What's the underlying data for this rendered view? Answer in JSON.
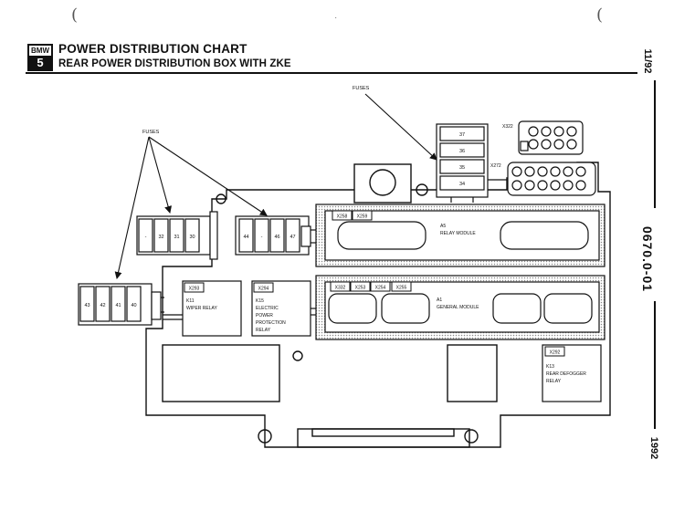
{
  "header": {
    "logo_top": "BMW",
    "logo_bottom": "5",
    "title": "POWER DISTRIBUTION CHART",
    "subtitle": "REAR POWER DISTRIBUTION BOX WITH ZKE"
  },
  "margin": {
    "date": "11/92",
    "doc_code": "0670.0-01",
    "year": "1992"
  },
  "diagram": {
    "callouts": {
      "fuses_left": "FUSES",
      "fuses_top": "FUSES"
    },
    "fuses_top_stack": [
      "37",
      "36",
      "35",
      "34"
    ],
    "fuse_group_a": [
      "-",
      "32",
      "31",
      "30"
    ],
    "fuse_group_b": [
      "44",
      "-",
      "46",
      "47"
    ],
    "fuse_group_c": [
      "43",
      "42",
      "41",
      "40"
    ],
    "connectors": {
      "x322": "X322",
      "x272": "X272",
      "x258": "X258",
      "x259": "X259",
      "x332": "X332",
      "x253": "X253",
      "x254": "X254",
      "x255": "X255",
      "x293": "X293",
      "x294": "X294",
      "x292": "X292"
    },
    "a5": {
      "id": "A5",
      "name": "RELAY MODULE"
    },
    "a1": {
      "id": "A1",
      "name": "GENERAL MODULE"
    },
    "k11": {
      "id": "K11",
      "line1": "WIPER RELAY"
    },
    "k15": {
      "id": "K15",
      "line1": "ELECTRIC",
      "line2": "POWER",
      "line3": "PROTECTION",
      "line4": "RELAY"
    },
    "k13": {
      "id": "K13",
      "line1": "REAR DEFOGGER",
      "line2": "RELAY"
    }
  }
}
